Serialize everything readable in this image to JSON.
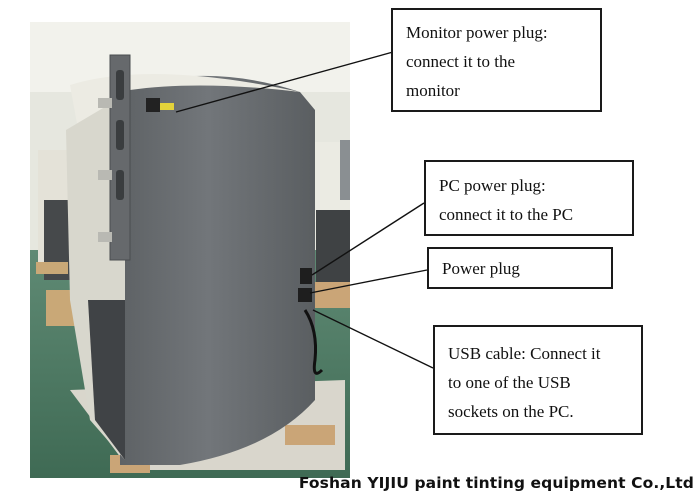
{
  "callouts": {
    "monitor": {
      "lines": [
        "Monitor power plug:",
        "connect it to the",
        "monitor"
      ]
    },
    "pc": {
      "lines": [
        "PC power plug:",
        "connect it to the PC"
      ]
    },
    "power": {
      "lines": [
        "Power plug"
      ]
    },
    "usb": {
      "lines": [
        "USB cable: Connect it",
        "to one of the USB",
        "sockets on the PC."
      ]
    }
  },
  "footer": {
    "company": "Foshan YIJIU paint tinting equipment Co.,Ltd"
  },
  "colors": {
    "cabinet": "#6d7174",
    "floor": "#4f7a63",
    "wall": "#e9eae2"
  }
}
